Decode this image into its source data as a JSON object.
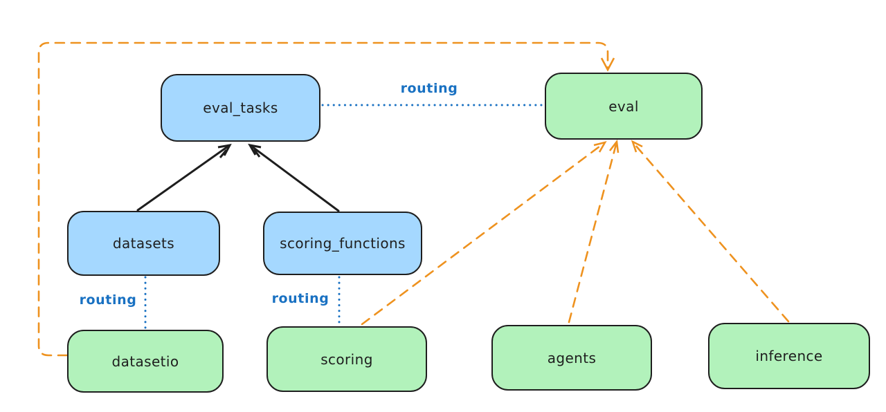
{
  "diagram": {
    "nodes": {
      "eval_tasks": {
        "label": "eval_tasks",
        "kind": "registry",
        "fill": "#a5d8ff"
      },
      "eval": {
        "label": "eval",
        "kind": "api",
        "fill": "#b2f2bb"
      },
      "datasets": {
        "label": "datasets",
        "kind": "registry",
        "fill": "#a5d8ff"
      },
      "scoring_functions": {
        "label": "scoring_functions",
        "kind": "registry",
        "fill": "#a5d8ff"
      },
      "datasetio": {
        "label": "datasetio",
        "kind": "api",
        "fill": "#b2f2bb"
      },
      "scoring": {
        "label": "scoring",
        "kind": "api",
        "fill": "#b2f2bb"
      },
      "agents": {
        "label": "agents",
        "kind": "api",
        "fill": "#b2f2bb"
      },
      "inference": {
        "label": "inference",
        "kind": "api",
        "fill": "#b2f2bb"
      }
    },
    "edges": [
      {
        "from": "datasets",
        "to": "eval_tasks",
        "style": "solid-black-arrow",
        "label": ""
      },
      {
        "from": "scoring_functions",
        "to": "eval_tasks",
        "style": "solid-black-arrow",
        "label": ""
      },
      {
        "from": "eval_tasks",
        "to": "eval",
        "style": "dotted-blue",
        "label": "routing"
      },
      {
        "from": "datasets",
        "to": "datasetio",
        "style": "dotted-blue",
        "label": "routing"
      },
      {
        "from": "scoring_functions",
        "to": "scoring",
        "style": "dotted-blue",
        "label": "routing"
      },
      {
        "from": "datasetio",
        "to": "eval",
        "style": "dashed-orange-arrow",
        "label": ""
      },
      {
        "from": "scoring",
        "to": "eval",
        "style": "dashed-orange-arrow",
        "label": ""
      },
      {
        "from": "agents",
        "to": "eval",
        "style": "dashed-orange-arrow",
        "label": ""
      },
      {
        "from": "inference",
        "to": "eval",
        "style": "dashed-orange-arrow",
        "label": ""
      }
    ],
    "colors": {
      "blue_fill": "#a5d8ff",
      "green_fill": "#b2f2bb",
      "stroke": "#1e1e1e",
      "orange": "#ee921f",
      "routing_blue": "#1971c2",
      "background": "#ffffff"
    }
  }
}
